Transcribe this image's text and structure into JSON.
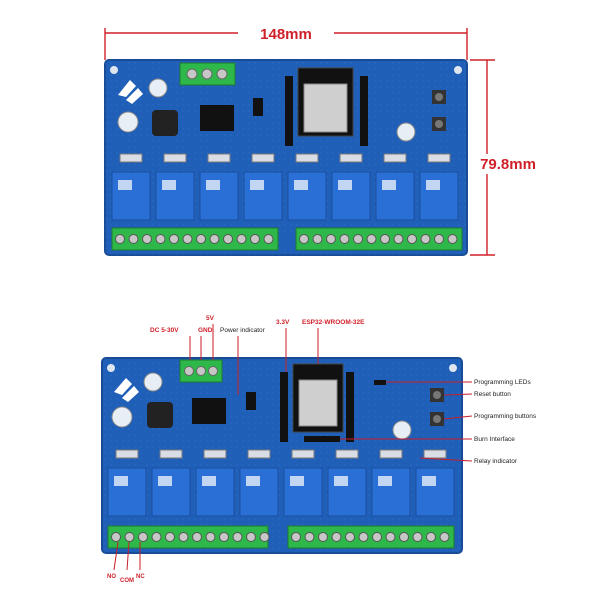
{
  "colors": {
    "board": "#1f5fb8",
    "board_edge": "#184c96",
    "relay": "#2a6fd6",
    "terminal": "#2fb84a",
    "dimension": "#d0202a",
    "annotation_line": "#c81e2a"
  },
  "dimensions": {
    "width_label": "148mm",
    "height_label": "79.8mm"
  },
  "annotations_right": [
    "Programming LEDs",
    "Reset button",
    "Programming buttons",
    "Burn Interface",
    "Relay indicator"
  ],
  "annotation_power": "Power indicator",
  "annotations_top_red": [
    "DC 5-30V",
    "GND",
    "5V",
    "3.3V",
    "ESP32-WROOM-32E"
  ],
  "annotations_bottom_red": [
    "NO",
    "COM",
    "NC"
  ],
  "relay_count": 8
}
